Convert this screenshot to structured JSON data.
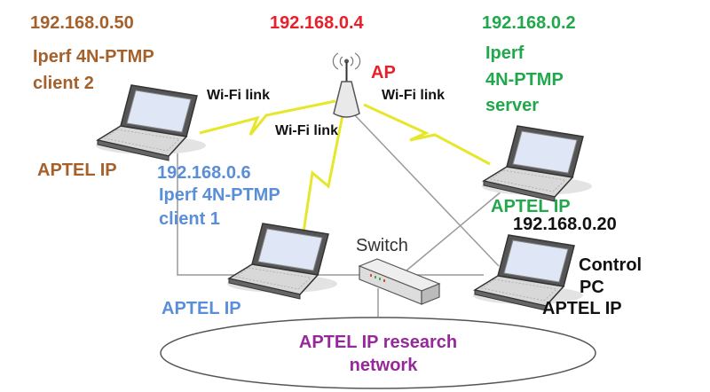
{
  "colors": {
    "client2": "#a5612b",
    "ap": "#e8202a",
    "server": "#22a84c",
    "client1": "#5b8ed8",
    "control": "#111111",
    "network": "#96299a",
    "wifi": "#e6e62a",
    "wire": "#9a9a9a"
  },
  "client2": {
    "ip": "192.168.0.50",
    "role_line1": "Iperf 4N-PTMP",
    "role_line2": "client 2",
    "aptel": "APTEL IP"
  },
  "ap": {
    "ip": "192.168.0.4",
    "label": "AP"
  },
  "server": {
    "ip": "192.168.0.2",
    "role_line1": "Iperf",
    "role_line2": "4N-PTMP",
    "role_line3": "server",
    "aptel": "APTEL IP"
  },
  "client1": {
    "ip": "192.168.0.6",
    "role_line1": "Iperf 4N-PTMP",
    "role_line2": "client 1",
    "aptel": "APTEL IP"
  },
  "control": {
    "ip": "192.168.0.20",
    "line1": "Control",
    "line2": "PC",
    "aptel": "APTEL IP"
  },
  "links": {
    "wifi_left": "Wi-Fi link",
    "wifi_right": "Wi-Fi link",
    "wifi_center": "Wi-Fi link"
  },
  "switch": {
    "label": "Switch"
  },
  "network": {
    "line1": "APTEL IP research",
    "line2": "network"
  }
}
